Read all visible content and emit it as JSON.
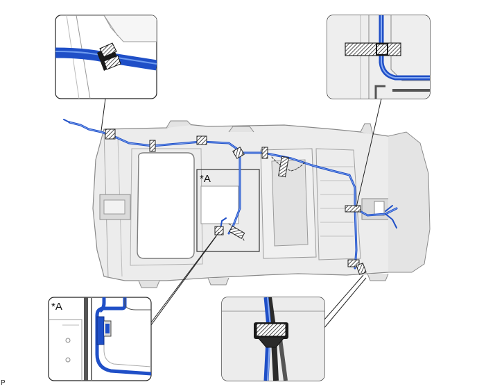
{
  "callouts": {
    "detail_a_tag": "*A",
    "area_a_tag": "*A"
  },
  "figure_code": "P",
  "colors": {
    "harness": "#2a5fd6",
    "harness_light": "#6f9cf0",
    "body_fill": "#e9e9e9",
    "body_line": "#8a8a8a",
    "inset_bg": "#f4f4f4",
    "clamp_hatch": "#333333"
  },
  "icons": [
    "clamp-icon",
    "harness-connector-icon"
  ]
}
